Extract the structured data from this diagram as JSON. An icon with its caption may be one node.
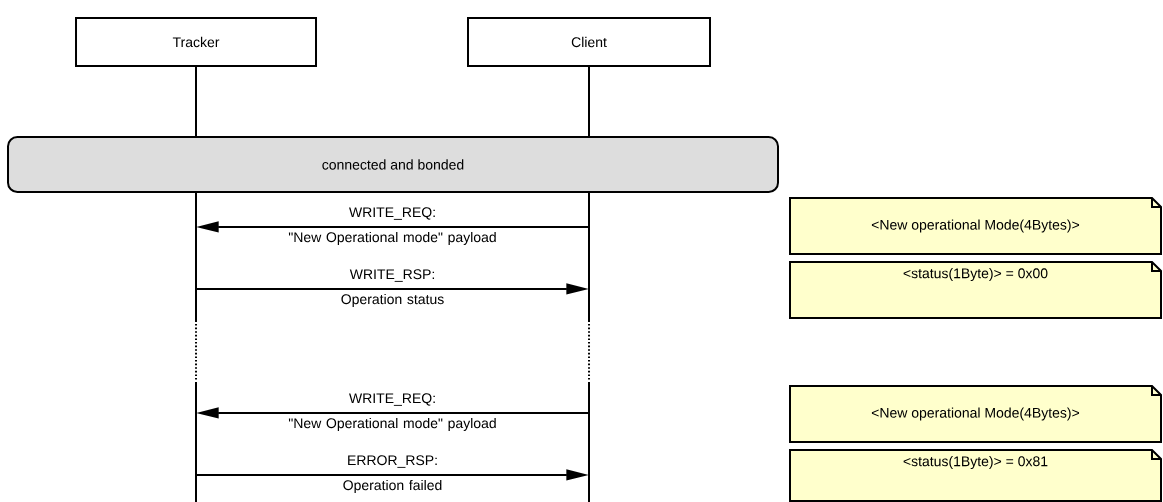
{
  "diagram": {
    "nodes": [
      {
        "text": [
          "Tracker"
        ]
      },
      {
        "text": [
          "Client"
        ]
      },
      {
        "text": [
          "connected and bonded"
        ]
      },
      {
        "text": [
          "<New operational Mode(4Bytes)>"
        ]
      },
      {
        "text": [
          "<status(1Byte)> = 0x00"
        ]
      },
      {
        "text": [
          "<New operational Mode(4Bytes)>"
        ]
      },
      {
        "text": [
          "<status(1Byte)> = 0x81"
        ]
      }
    ],
    "edges": [
      {
        "from": 1,
        "to": 0,
        "arrow": "to",
        "label": "WRITE_REQ: \"New Operational mode\" payload"
      },
      {
        "from": 0,
        "to": 1,
        "arrow": "to",
        "label": "WRITE_RSP: Operation status"
      },
      {
        "from": 1,
        "to": 0,
        "arrow": "to",
        "label": "WRITE_REQ: \"New Operational mode\" payload"
      },
      {
        "from": 0,
        "to": 1,
        "arrow": "to",
        "label": "ERROR_RSP: Operation failed"
      }
    ]
  }
}
